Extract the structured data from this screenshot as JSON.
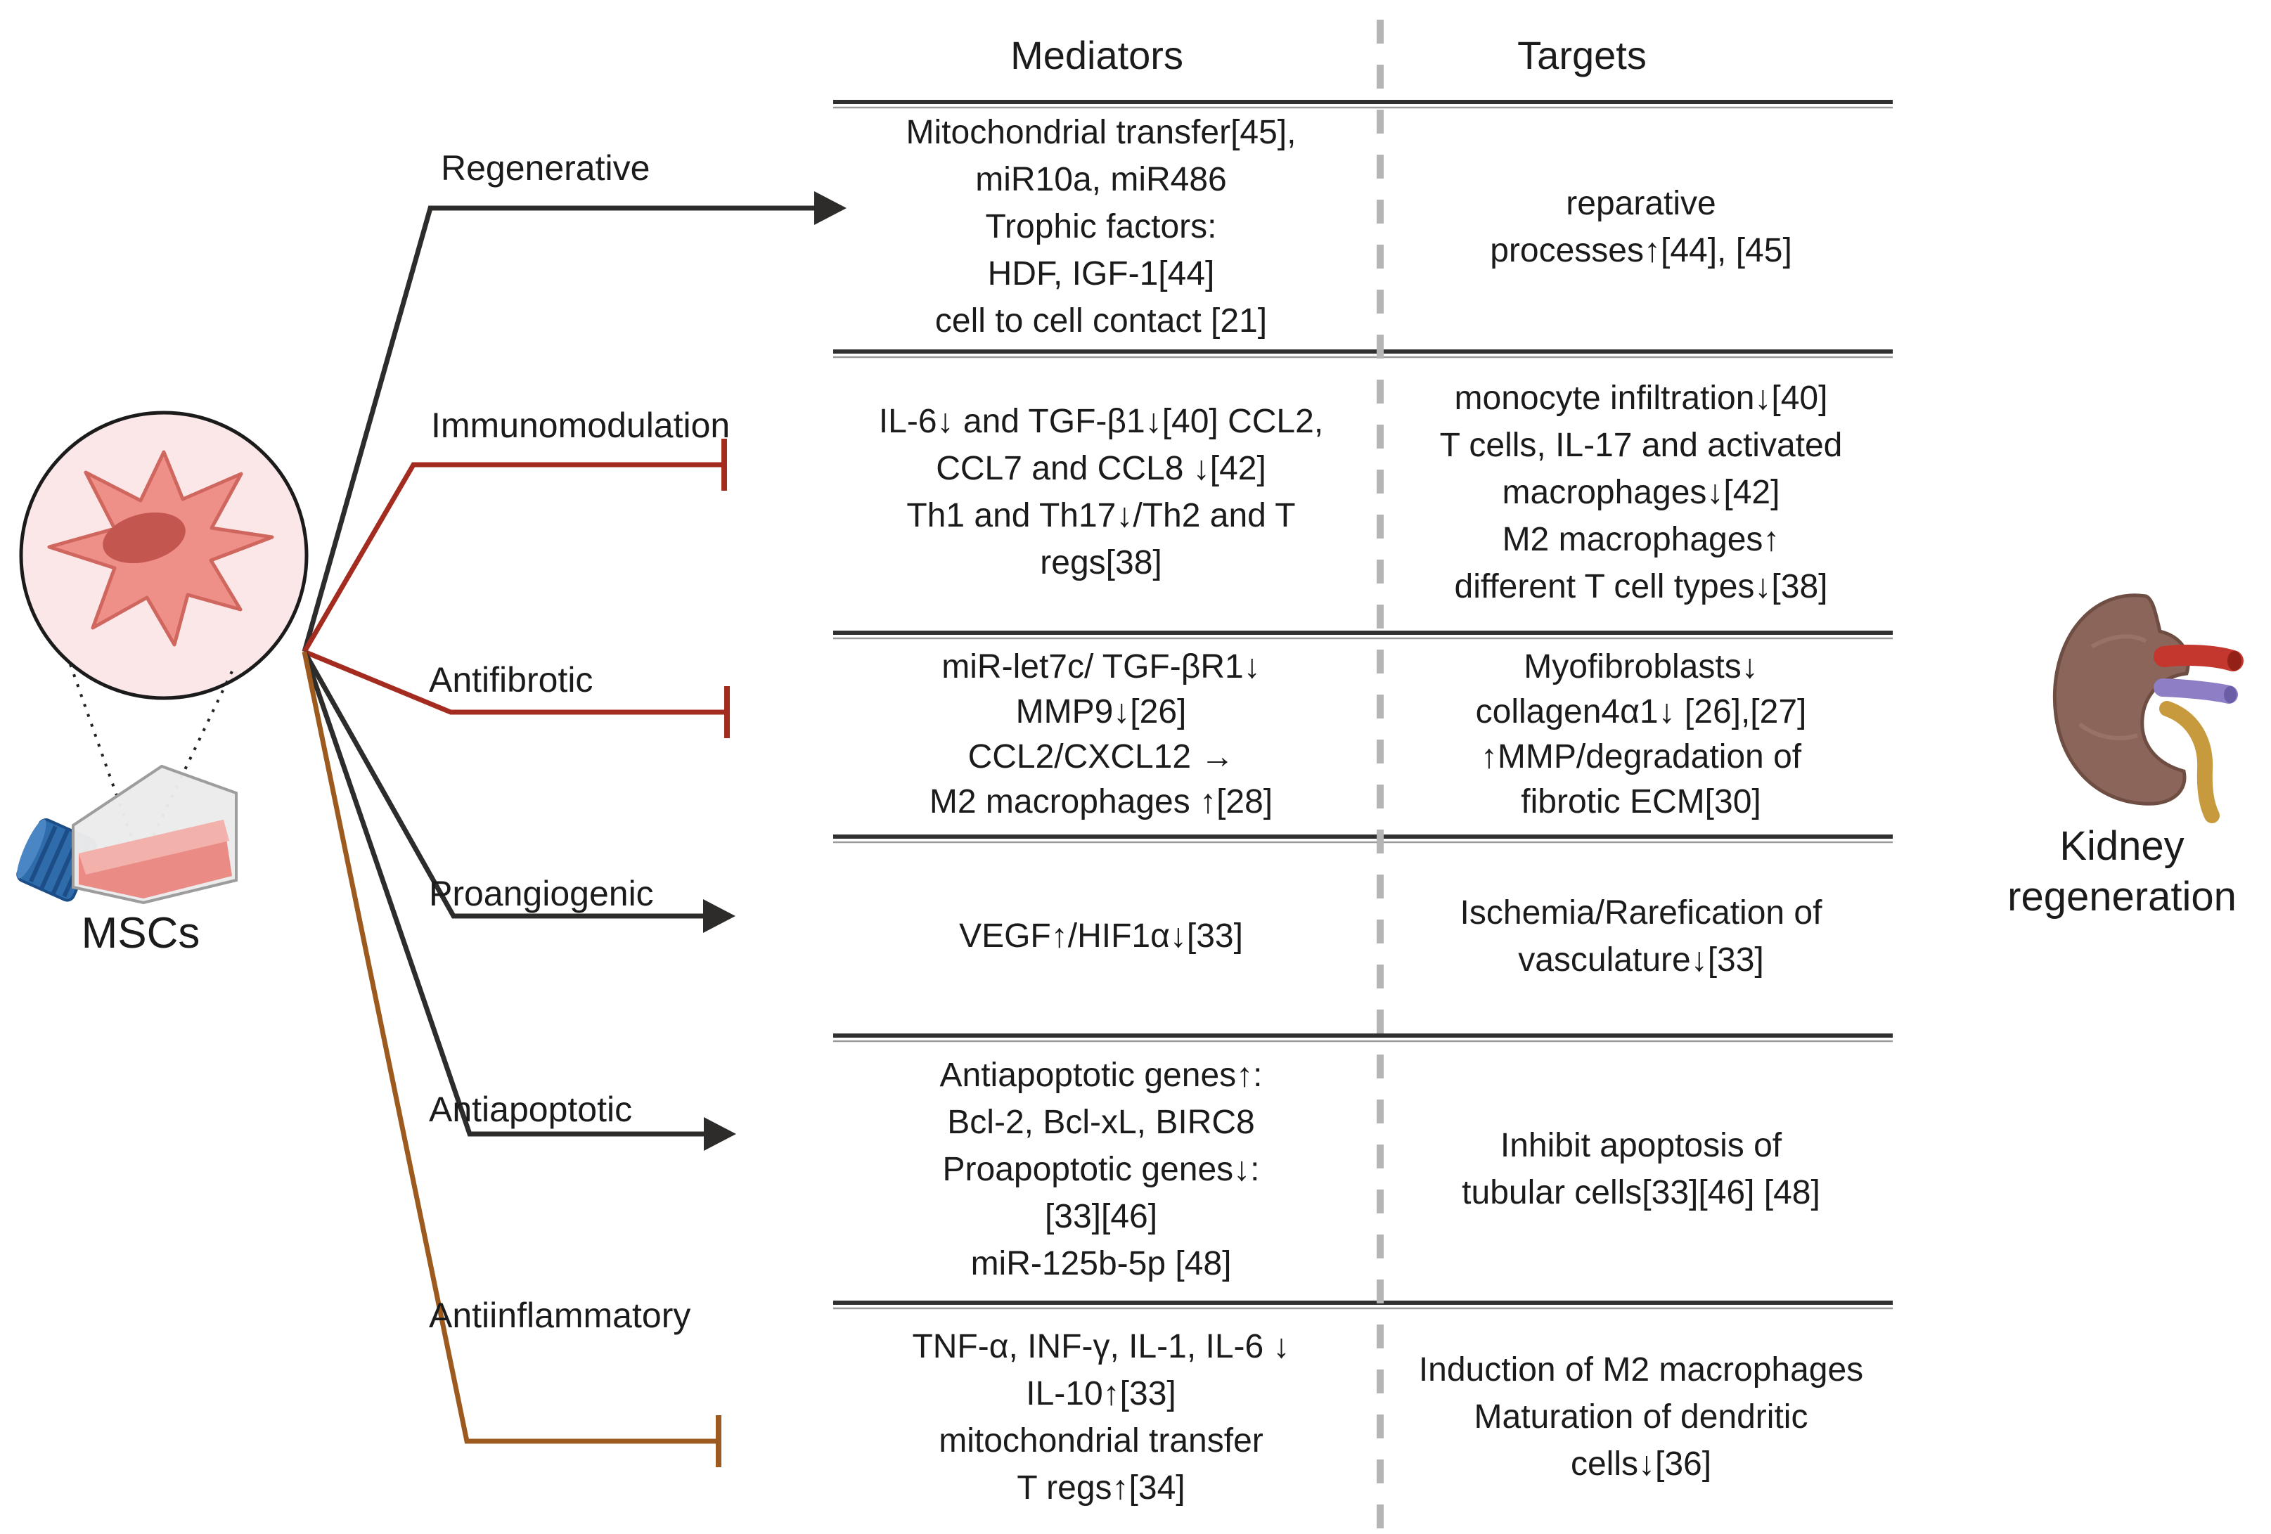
{
  "figure": {
    "left_panel": {
      "cell_label": "MSCs"
    },
    "right_panel": {
      "label_line1": "Kidney",
      "label_line2": "regeneration"
    },
    "table": {
      "headers": {
        "mediators": "Mediators",
        "targets": "Targets"
      },
      "rows": [
        {
          "category": "Regenerative",
          "connector": "arrow",
          "mediators": [
            "Mitochondrial transfer[45],",
            "miR10a, miR486",
            "Trophic factors:",
            "HDF, IGF-1[44]",
            "cell to cell contact [21]"
          ],
          "targets": [
            "reparative",
            "processes↑[44], [45]"
          ]
        },
        {
          "category": "Immunomodulation",
          "connector": "inhibit",
          "mediators": [
            "IL-6↓ and TGF-β1↓[40] CCL2,",
            "CCL7 and CCL8 ↓[42]",
            "Th1 and Th17↓/Th2 and T",
            "regs[38]"
          ],
          "targets": [
            "monocyte infiltration↓[40]",
            "T cells, IL-17 and activated",
            "macrophages↓[42]",
            "M2 macrophages↑",
            "different T cell types↓[38]"
          ]
        },
        {
          "category": "Antifibrotic",
          "connector": "inhibit",
          "mediators": [
            "miR-let7c/ TGF-βR1↓",
            "MMP9↓[26]",
            "CCL2/CXCL12 →",
            "M2 macrophages ↑[28]"
          ],
          "targets": [
            "Myofibroblasts↓",
            "collagen4α1↓ [26],[27]",
            "↑MMP/degradation of",
            "fibrotic ECM[30]"
          ]
        },
        {
          "category": "Proangiogenic",
          "connector": "arrow",
          "mediators": [
            "VEGF↑/HIF1α↓[33]"
          ],
          "targets": [
            "Ischemia/Rarefication of",
            "vasculature↓[33]"
          ]
        },
        {
          "category": "Antiapoptotic",
          "connector": "arrow",
          "mediators": [
            "Antiapoptotic genes↑:",
            "Bcl-2, Bcl-xL, BIRC8",
            "Proapoptotic genes↓:",
            "[33][46]",
            "miR-125b-5p [48]"
          ],
          "targets": [
            "Inhibit apoptosis of",
            "tubular cells[33][46] [48]"
          ]
        },
        {
          "category": "Antiinflammatory",
          "connector": "inhibit",
          "mediators": [
            "TNF-α, INF-γ, IL-1, IL-6 ↓",
            "IL-10↑[33]",
            "mitochondrial transfer",
            "T regs↑[34]"
          ],
          "targets": [
            "Induction of M2 macrophages",
            "Maturation of dendritic",
            "cells↓[36]"
          ]
        }
      ]
    },
    "colors": {
      "line_black": "#2e2c2b",
      "inhibit_red": "#a32b20",
      "inhibit_brown": "#9c5a1e",
      "divider_gray": "#b5b5b5",
      "rule_dark": "#303030",
      "circle_fill": "#fbe7e7",
      "cell_fill": "#ee8f88",
      "nucleus_fill": "#c3574f",
      "media_pink": "#ea8b85",
      "cap_blue": "#2f6cab",
      "kidney_brown": "#8c655a",
      "artery_red": "#c4372e",
      "vein_purple": "#8e7ec5",
      "ureter_gold": "#c89a3e"
    }
  }
}
